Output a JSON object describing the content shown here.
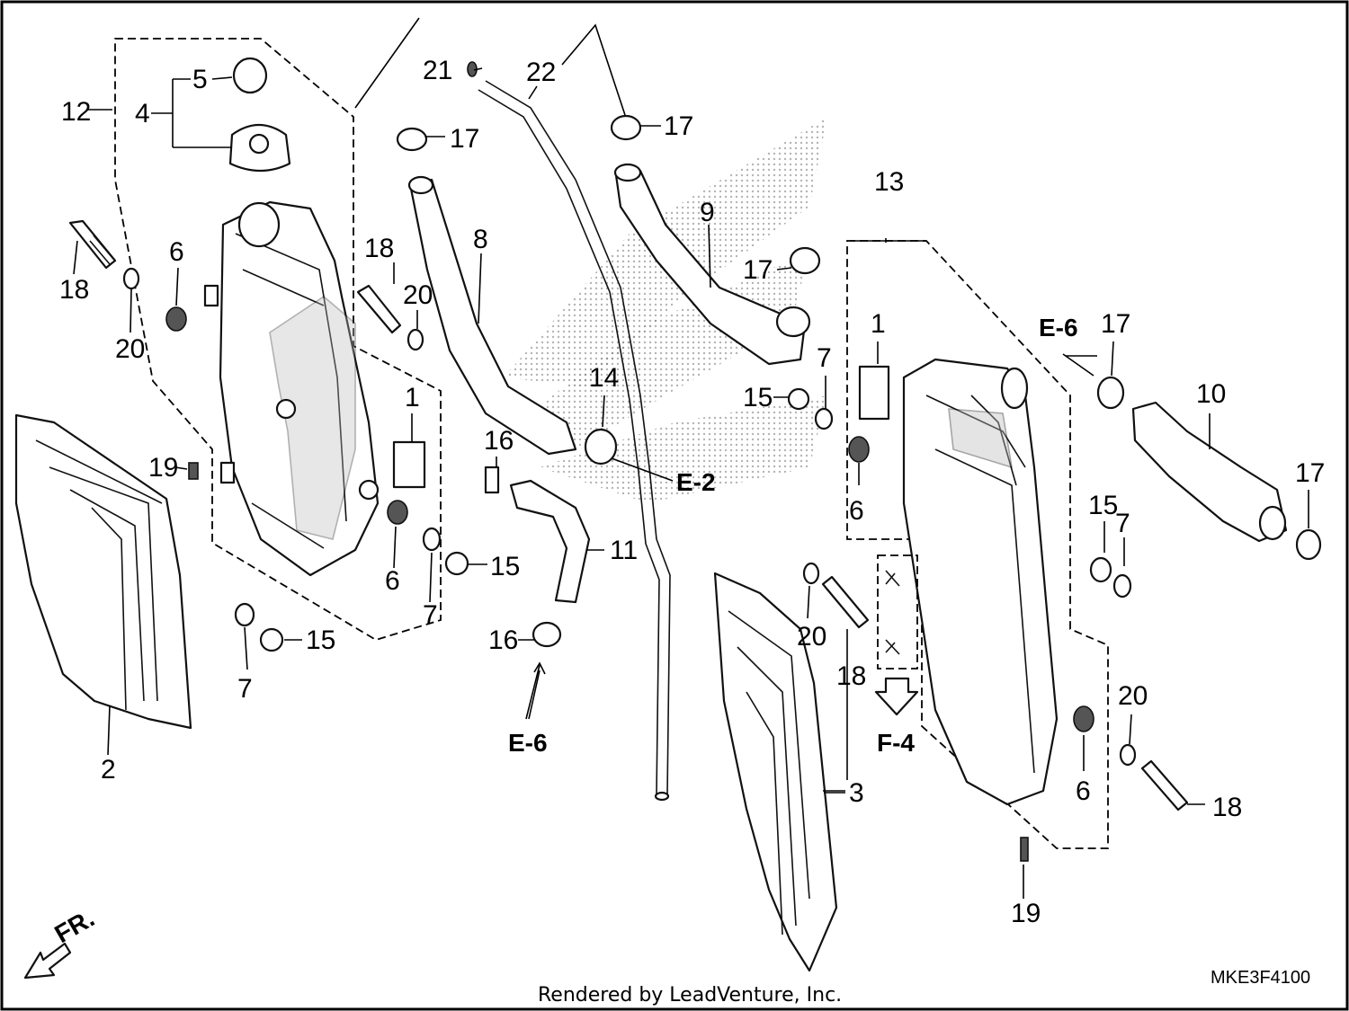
{
  "diagram": {
    "callouts": {
      "c1a": "1",
      "c1b": "1",
      "c2": "2",
      "c3": "3",
      "c4": "4",
      "c5": "5",
      "c6a": "6",
      "c6b": "6",
      "c6c": "6",
      "c6d": "6",
      "c7a": "7",
      "c7b": "7",
      "c7c": "7",
      "c7d": "7",
      "c8": "8",
      "c9": "9",
      "c10": "10",
      "c11": "11",
      "c12": "12",
      "c13": "13",
      "c14": "14",
      "c15a": "15",
      "c15b": "15",
      "c15c": "15",
      "c15d": "15",
      "c16a": "16",
      "c16b": "16",
      "c17a": "17",
      "c17b": "17",
      "c17c": "17",
      "c17d": "17",
      "c17e": "17",
      "c18a": "18",
      "c18b": "18",
      "c18c": "18",
      "c18d": "18",
      "c19a": "19",
      "c19b": "19",
      "c20a": "20",
      "c20b": "20",
      "c20c": "20",
      "c20d": "20",
      "c21": "21",
      "c22": "22"
    },
    "refs": {
      "e2": "E-2",
      "e6_left": "E-6",
      "e6_right": "E-6",
      "f4": "F-4",
      "fr": "FR."
    },
    "diagram_code": "MKE3F4100",
    "credit": "Rendered by LeadVenture, Inc."
  }
}
